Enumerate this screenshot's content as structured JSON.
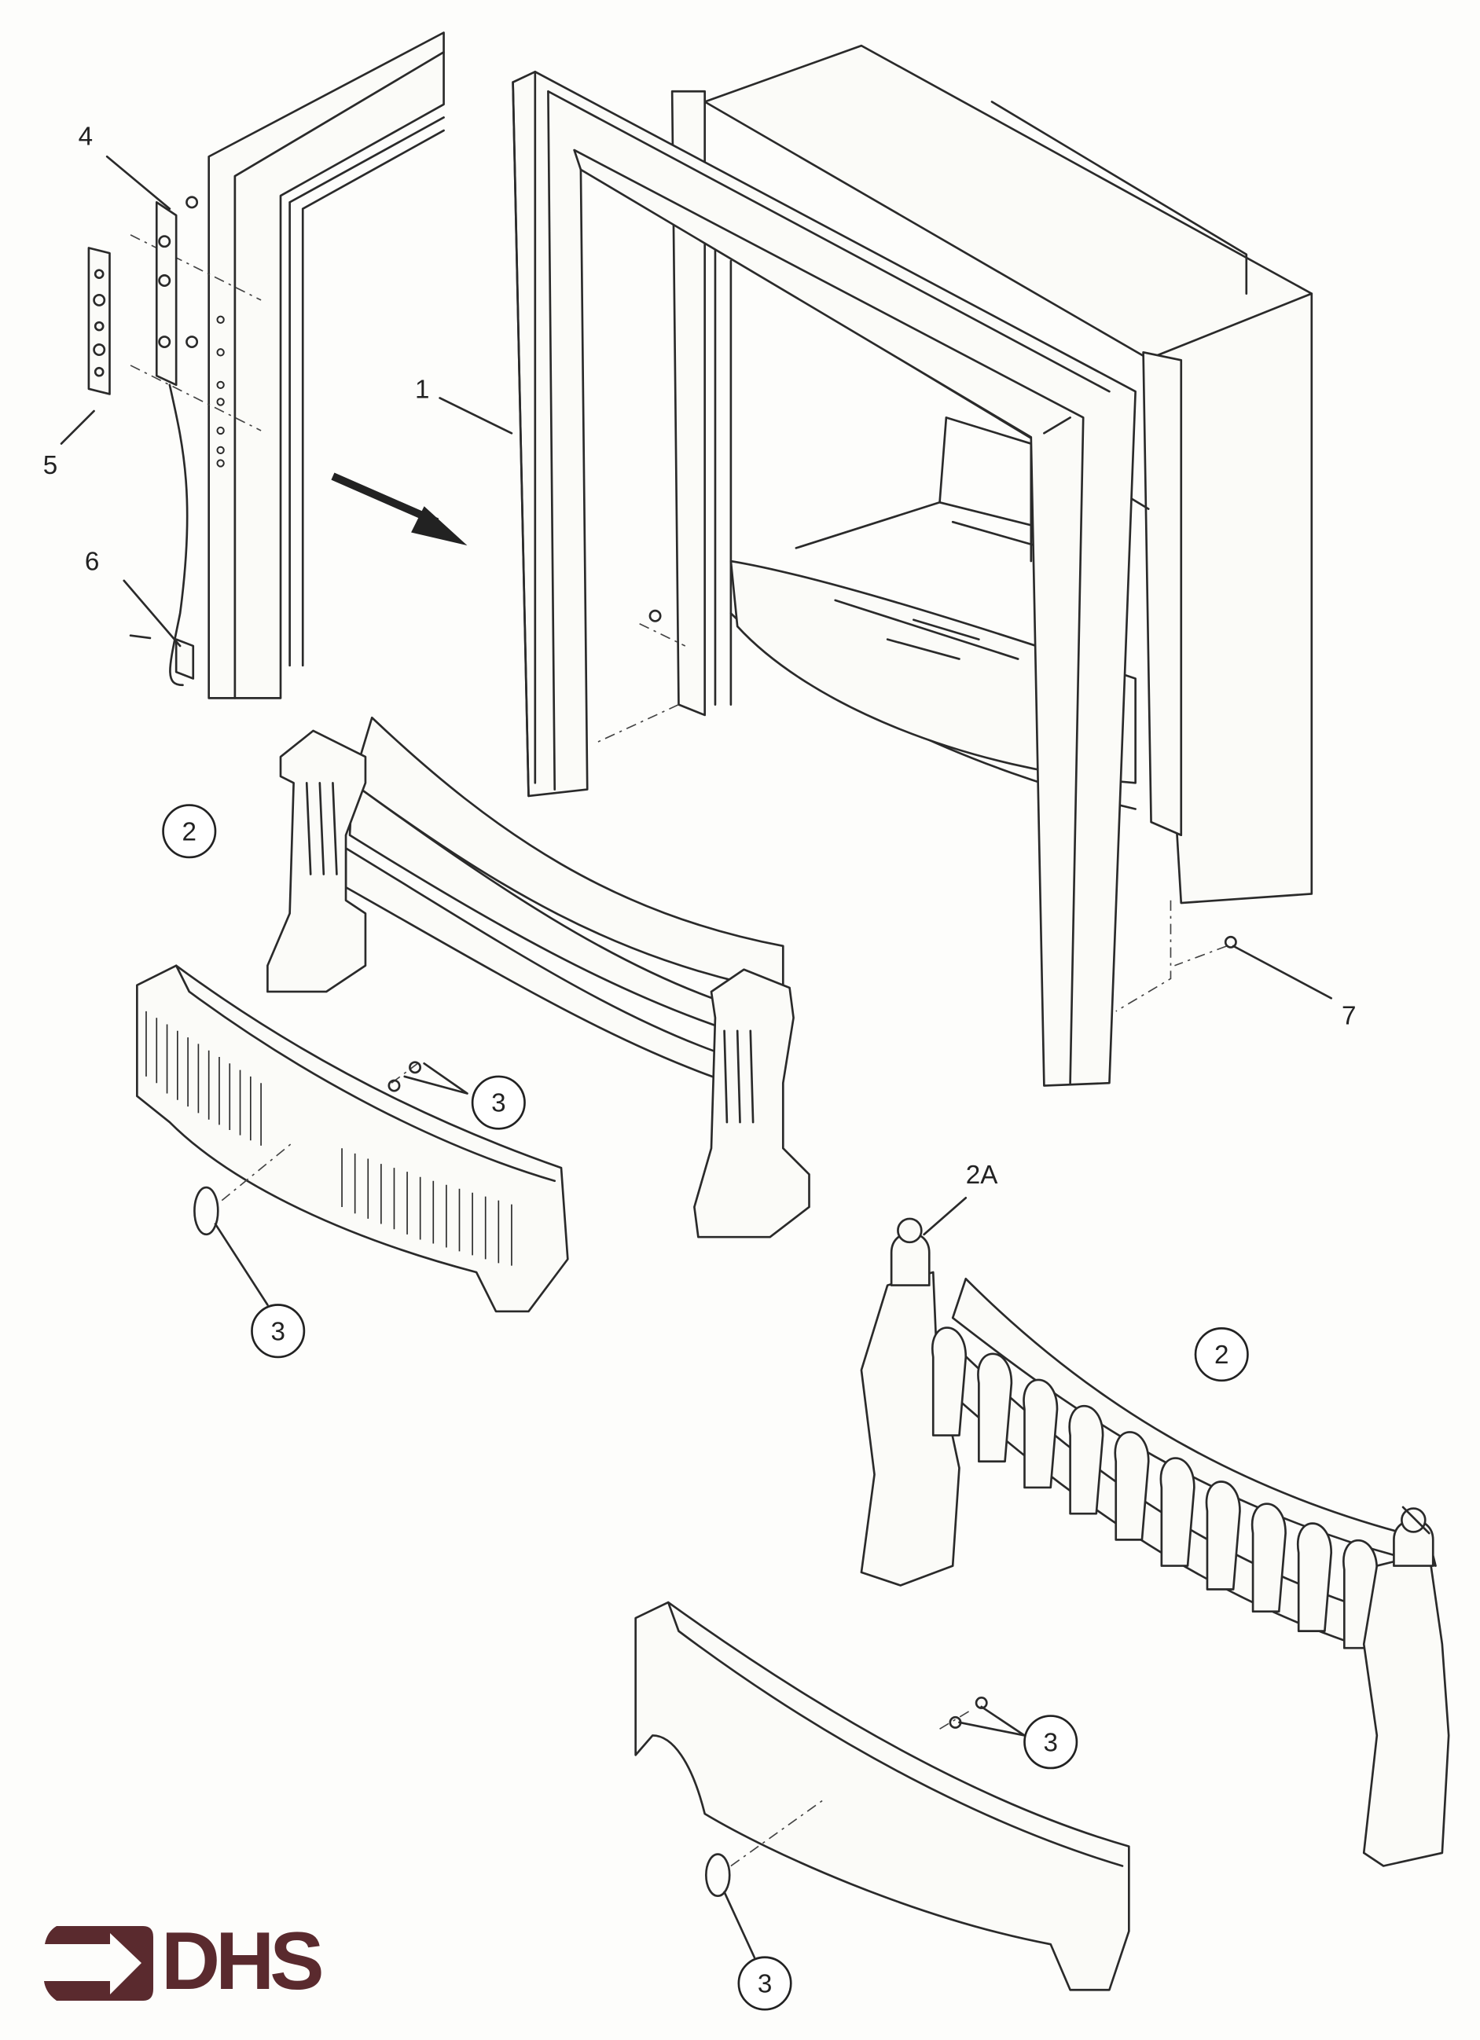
{
  "diagram": {
    "labels": {
      "part_1": "1",
      "part_4": "4",
      "part_5": "5",
      "part_6": "6",
      "part_7": "7",
      "part_2a": "2A",
      "fret_2_upper": "2",
      "fret_2_lower": "2",
      "fixing_3_a": "3",
      "fixing_3_b": "3",
      "fixing_3_c": "3",
      "fixing_3_d": "3"
    },
    "logo": {
      "text": "DHS",
      "color": "#5a2a2e"
    },
    "line_color": "#2a2a2a"
  }
}
